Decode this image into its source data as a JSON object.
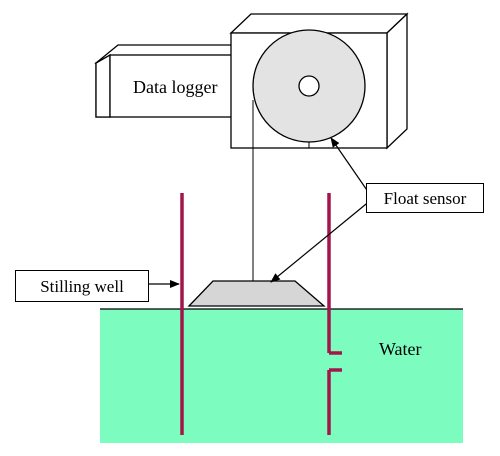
{
  "labels": {
    "data_logger": "Data logger",
    "float_sensor": "Float sensor",
    "stilling_well": "Stilling well",
    "water": "Water"
  },
  "colors": {
    "water": "#7dfcc0",
    "well_wall": "#a3164a",
    "float": "#d6d6d6",
    "line": "#000000",
    "logger_fill": "#ffffff"
  }
}
